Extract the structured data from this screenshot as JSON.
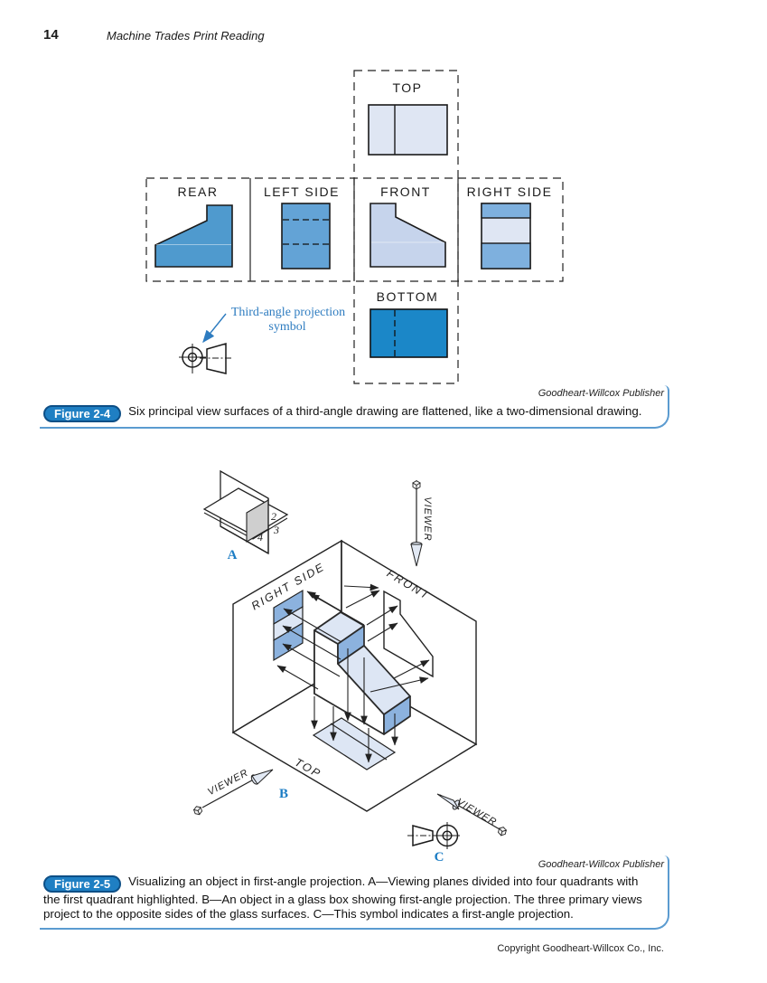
{
  "page": {
    "number": "14",
    "running_title": "Machine Trades Print Reading",
    "copyright": "Copyright Goodheart-Willcox Co., Inc."
  },
  "figure4": {
    "credit": "Goodheart-Willcox Publisher",
    "label": "Figure 2-4",
    "caption": "Six principal view surfaces of a third-angle drawing are flattened, like a two-dimensional drawing.",
    "views": {
      "top": "TOP",
      "rear": "REAR",
      "left_side": "LEFT SIDE",
      "front": "FRONT",
      "right_side": "RIGHT SIDE",
      "bottom": "BOTTOM"
    },
    "annotation": {
      "line1": "Third-angle projection",
      "line2": "symbol"
    },
    "colors": {
      "solid_blue": "#1b87c8",
      "medium_blue": "#4f9ace",
      "band_blue": "#7eb0de",
      "light_blue": "#c6d4ec",
      "pale_blue": "#dfe6f3",
      "accent_blue": "#2e7cc0",
      "rule_blue": "#5b9bd0"
    }
  },
  "figure5": {
    "credit": "Goodheart-Willcox Publisher",
    "label": "Figure 2-5",
    "caption_lines": [
      "Visualizing an object in first-angle projection. A—Viewing planes divided into four quadrants with",
      "the first quadrant highlighted. B—An object in a glass box showing first-angle projection. The three primary views",
      "project to the opposite sides of the glass surfaces. C—This symbol indicates a first-angle projection."
    ],
    "labels": {
      "part_a": "A",
      "part_b": "B",
      "part_c": "C",
      "plane_right_side": "RIGHT SIDE",
      "plane_front": "FRONT",
      "plane_top": "TOP",
      "viewer": "VIEWER",
      "quadrant2": "2",
      "quadrant3": "3",
      "quadrant4": "4"
    }
  }
}
